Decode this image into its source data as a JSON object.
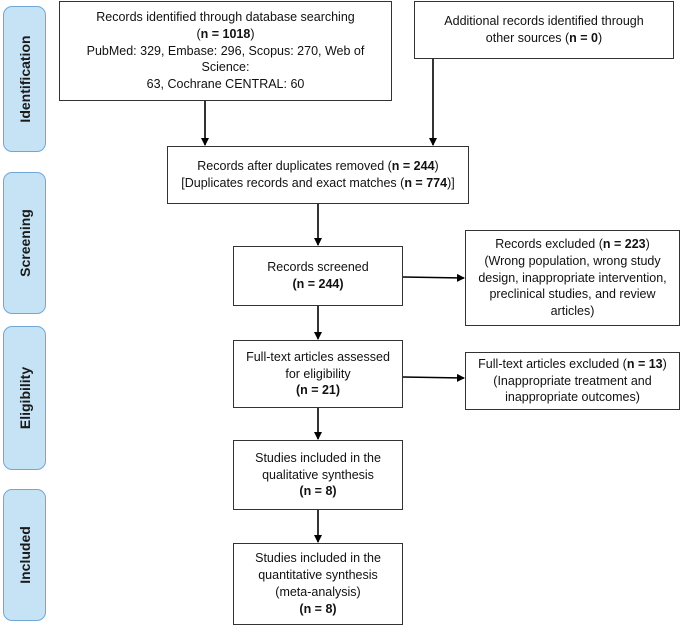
{
  "phases": {
    "identification": "Identification",
    "screening": "Screening",
    "eligibility": "Eligibility",
    "included": "Included"
  },
  "boxes": {
    "database": {
      "line1": "Records identified through database searching",
      "line2_pre": "(",
      "line2_bold": "n = 1018",
      "line2_post": ")",
      "line3": "PubMed: 329, Embase: 296, Scopus: 270, Web of Science:",
      "line4": "63, Cochrane CENTRAL: 60"
    },
    "other_sources": {
      "line1": "Additional records identified through",
      "line2_pre": "other sources (",
      "line2_bold": "n = 0",
      "line2_post": ")"
    },
    "duplicates": {
      "line1_pre": "Records after duplicates removed (",
      "line1_bold": "n = 244",
      "line1_post": ")",
      "line2_pre": "[Duplicates records and exact matches (",
      "line2_bold": "n = 774",
      "line2_post": ")]"
    },
    "screened": {
      "line1": "Records screened",
      "line2": "(n = 244)"
    },
    "excluded": {
      "line1_pre": "Records excluded (",
      "line1_bold": "n = 223",
      "line1_post": ")",
      "line2": "(Wrong population, wrong study",
      "line3": "design, inappropriate intervention,",
      "line4": "preclinical studies, and review",
      "line5": "articles)"
    },
    "fulltext_assessed": {
      "line1": "Full-text articles assessed",
      "line2": "for eligibility",
      "line3": "(n = 21)"
    },
    "fulltext_excluded": {
      "line1_pre": "Full-text articles excluded (",
      "line1_bold": "n = 13",
      "line1_post": ")",
      "line2": "(Inappropriate treatment and",
      "line3": "inappropriate outcomes)"
    },
    "qualitative": {
      "line1": "Studies included in the",
      "line2": "qualitative synthesis",
      "line3": "(n = 8)"
    },
    "quantitative": {
      "line1": "Studies included in the",
      "line2": "quantitative synthesis",
      "line3": "(meta-analysis)",
      "line4": "(n = 8)"
    }
  },
  "colors": {
    "phase_fill": "#c6e2f5",
    "phase_border": "#6fa8d6",
    "box_border": "#333333",
    "arrow": "#000000"
  }
}
